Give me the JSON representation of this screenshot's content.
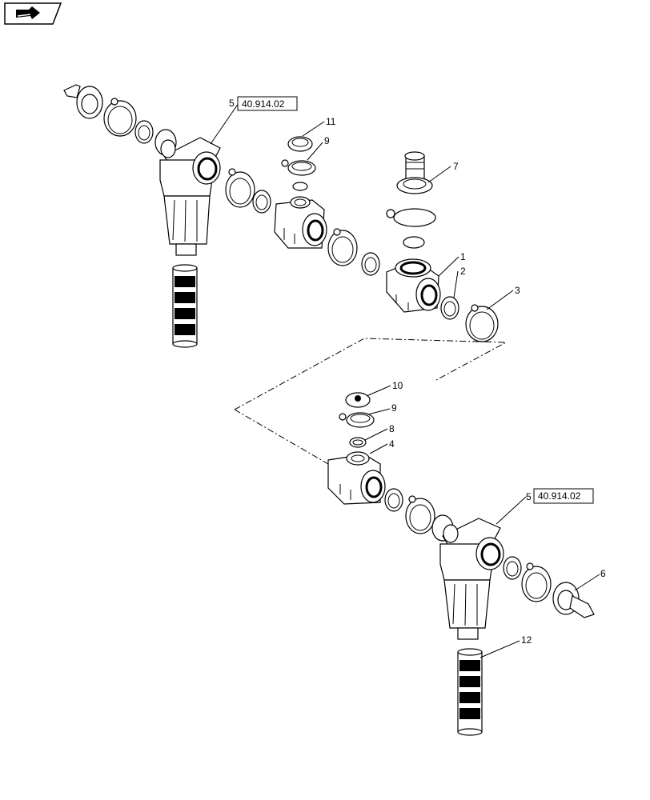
{
  "nav": {
    "icon": "return-arrow-icon"
  },
  "callouts": {
    "c1": "1",
    "c2": "2",
    "c3": "3",
    "c4": "4",
    "c5a": "5",
    "c5b": "5",
    "c6": "6",
    "c7": "7",
    "c8": "8",
    "c9a": "9",
    "c9b": "9",
    "c10": "10",
    "c11": "11",
    "c12": "12"
  },
  "references": {
    "ref_top": "40.914.02",
    "ref_bottom": "40.914.02"
  }
}
